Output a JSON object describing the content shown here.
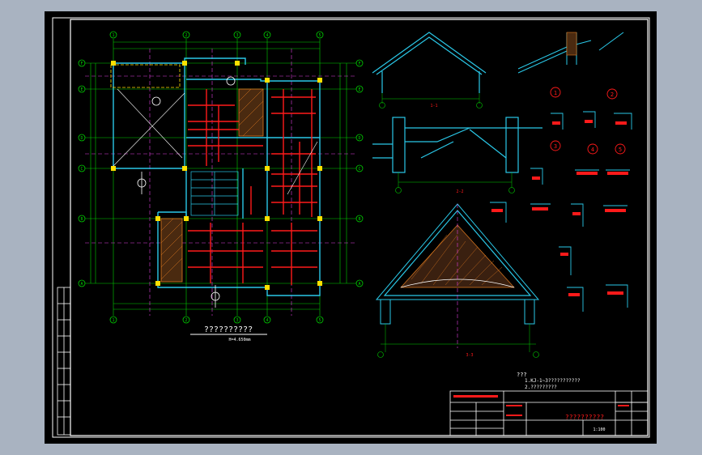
{
  "colors": {
    "frame_bg": "#a9b3c1",
    "sheet_bg": "#000000",
    "border": "#ffffff",
    "axis_green": "#00d000",
    "beam_red": "#ff1a1a",
    "wall_cyan": "#2ac8e8",
    "grid_magenta": "#e040e0",
    "slab_yellow": "#ffe000",
    "hatch_orange": "#e07a20",
    "text_white": "#ffffff"
  },
  "plan": {
    "title": "??????????",
    "subtitle": "H=4.650mm",
    "axis_top": [
      "1",
      "2",
      "3",
      "4",
      "5"
    ],
    "axis_bottom": [
      "1",
      "2",
      "3",
      "4",
      "5"
    ],
    "axis_left": [
      "F",
      "E",
      "D",
      "C",
      "B",
      "A"
    ],
    "axis_right": [
      "F",
      "E",
      "D",
      "C",
      "B",
      "A"
    ]
  },
  "sections": {
    "roof_section_label": "1-1",
    "stair_section_label": "2-2",
    "gable_label": "3-3"
  },
  "details": {
    "markers": [
      "1",
      "2",
      "3",
      "4",
      "5"
    ]
  },
  "notes": {
    "heading": "???",
    "line1": "1.KJ-1~3???????????",
    "line2": "2.?????????"
  },
  "titleblock": {
    "drawing_name": "??????????",
    "scale": "1:100"
  }
}
